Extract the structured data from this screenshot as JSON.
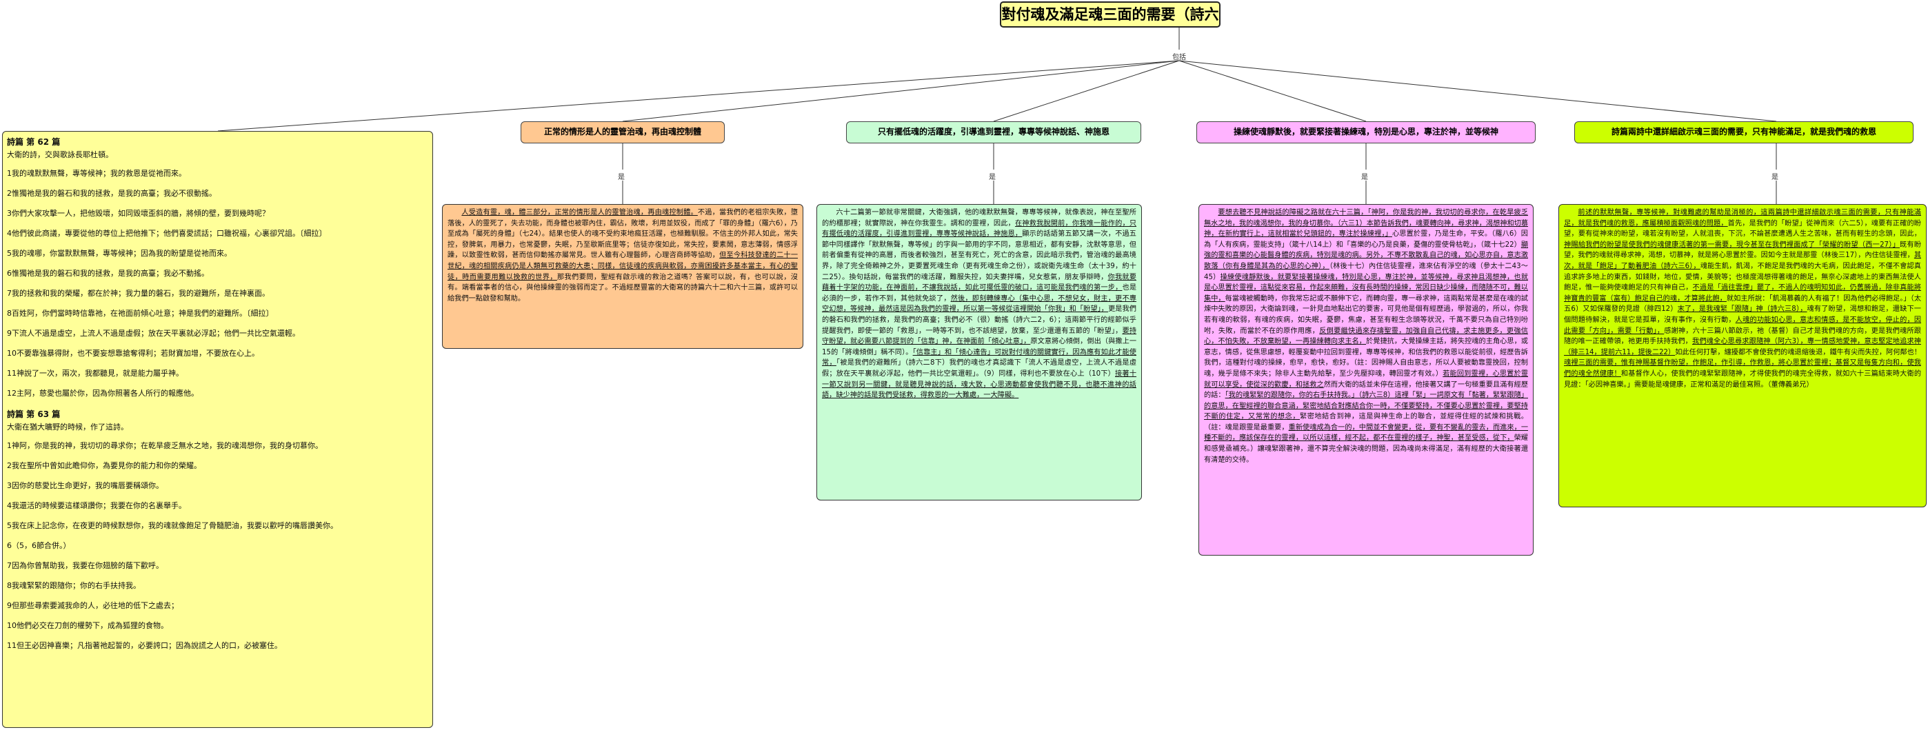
{
  "root": {
    "title": "對付魂及滿足魂三面的需要（詩六二，六三）"
  },
  "root_relation": "包括",
  "topics": [
    {
      "label": "正常的情形是人的靈管治魂，再由魂控制體",
      "relation": "是",
      "color": "#ffc891",
      "detail_segments": [
        {
          "t": "人受造有靈，魂，體三部分，正常的情形是人的靈管治魂，再由魂控制體。",
          "u": true
        },
        {
          "t": "不過，當我們的老祖宗失敗，墮落後，人的靈死了，失去功能，而身體也被罪內住，霸佔，敗壞，利用並奴役，而成了「罪的身體」（羅六6），乃至成為「屬死的身體」（七24）。結果也使人的魂不受約束地瘋狂活躍，也極難馴服。不信主的外邦人如此，常失控，發脾氣，用暴力，也常憂鬱，失眠，乃至歇斯底里等；信徒亦復如此，常失控，要素鬧，意志薄弱，情感浮躁，以致靈性軟弱，甚而信仰動搖亦屬常見。世人雖有心理醫師，心理咨商師等協助，",
          "u": false
        },
        {
          "t": "但至今科技發達的二十一世紀，魂的相關疾病仍是人類無可救藥的大患；同樣，信徒魂的疾病與軟弱，亦需困擾許多基本當主，有心的聖徒，時而需要用難以挽救的世界，",
          "u": true
        },
        {
          "t": "那我們要問，聖經有啟示魂的救治之道嗎？答案可以說，有，也可以說，沒有。端看當事者的信心，與他操練靈的強弱而定了。不過經歷豐富的大衛寫的詩篇六十二和六十三篇，或許可以給我們一點啟發和幫助。",
          "u": false
        }
      ]
    },
    {
      "label": "只有擺低魂的活躍度，引導進到靈裡，專專等候神說話、神施恩",
      "relation": "是",
      "color": "#c8fcd4",
      "detail_segments": [
        {
          "t": "六十二篇第一節就非常關鍵，大衛強調，他的魂默默無聲，專專等候神，就像表說，神在至聖所的約櫃那裡；就實際說，神在你我靈生。調和的靈裡，因此，",
          "u": false
        },
        {
          "t": "在神救我脫開前，你我唯一能作的，只有擺低魂的活躍度，引導進到靈裡，專專等候神說話，神施恩，",
          "u": true
        },
        {
          "t": "顯示的話語第五節又講一次，不過五節中同樣譯作「默默無聲，專等候」的字與一節用的字不同，意思相近，都有安靜，沈默等意思，但前者偏重有從神的高層，而後者較強烈，甚至有死亡，死亡的含意，因此暗示我們，管治魂的最高境界，除了完全倚賴神之外，更要置死魂生命（更有死魂生命之份），或說衛先魂生命（太十39，約十二25）。換句話說，每當我們的魂活躍，難服失控，如夫妻拌嘴，兒女惹氣，朋友爭辯時，",
          "u": false
        },
        {
          "t": "你我就要藉着十字架的功能，在神面前，不讓我說話，如此可擺低靈的破口，這可能是我們魂的第一步，",
          "u": true
        },
        {
          "t": "也是必須的一步，若作不到，其他就免談了，",
          "u": false
        },
        {
          "t": "然後，即刻轉練專心（集中心思，不想兒女，財主，更不專空幻想，等候神，最然這是因為我們的靈裡，所以第一等候從這裡開始「你我」和「盼望」，",
          "u": true
        },
        {
          "t": "更是我們的磐石和我們的拯救，是我們的高臺；我們必不（很）動搖（詩六二2，6）；這兩節平行的經節似乎提醒我們，即使一節的「救恩」，一時等不到，也不該絕望，放棄，至少還還有五節的「盼望」，",
          "u": false
        },
        {
          "t": "要持守盼望，就必需要八節提到的「信靠」神，在神面前「傾心吐意」，",
          "u": true
        },
        {
          "t": "原文意將心傾倒，倒出（與撒上一15的「將魂傾倒」稱不同）。",
          "u": false
        },
        {
          "t": "「信靠主」和「傾心達告」可說對付魂的關鍵實行，因為應有如此才能使常，",
          "u": true
        },
        {
          "t": "「被是我們的避難所」（詩六二8下）我們的魂也才真認識下「流人不過是虛空，上流人不過是虛假；放在天平裏就必浮起，他們一共比空氣還輕」。（9）同樣，得利也不要放在心上（10下）",
          "u": false
        },
        {
          "t": "接著十一節又說到另一關鍵，就是聽見神說的話，魂大致，心思適動都會使我們聽不見，也聽不進神的話語，缺少神的話是我們受拯救，得救恩的一大難處，一大障礙。",
          "u": true
        }
      ]
    },
    {
      "label": "操練使魂靜默後，就要緊接著操練魂，特別是心思，專注於神，並等候神",
      "relation": "是",
      "color": "#ffb3ff",
      "detail_segments": [
        {
          "t": "要想去聽不見神說話的障礙之路就在六十三篇，「神阿，你是我的神，我切切的尋求你，在乾旱疲乏無水之地，我的魂渴想你，我的身切慕你。（六三1）本節告訴我們，魂要轉向神，尋求神，渴想神和切慕神，在新約實行上，這就相當於兒頭鈕的，專注於操練裡，」",
          "u": true
        },
        {
          "t": "心思置於靈，乃是生命，平安。（羅八6）因為「人有疾病，靈能支持」（箴十八14上）和「喜樂的心乃是良藥，憂傷的靈使骨枯乾」，（箴十七22）",
          "u": false
        },
        {
          "t": "顯強的靈和喜樂的心能醫身體的疾病，特別是魂的病。另外，不專不散散亂自己的魂，如心思亦自，意志激散落（你有身體是其為的心思的心神），",
          "u": true
        },
        {
          "t": "（林後十七）內住信徒靈裡，進來佔有淨空的魂（參太十二43～45）",
          "u": false
        },
        {
          "t": "操練使魂靜默後，就要緊接著操練魂，特別是心思，專注於神，並等候神，尋求神且渴想神，也就是心思置於靈裡，這點從來容易，作起來頗難，沒有長時間的操練，常因日缺少操練，而隨随不可，難以集中，",
          "u": true
        },
        {
          "t": "每當魂被觸動時，你我常忘記或不願伸下它，而轉向靈，專一尋求神，這兩點常是甚麼是在魂的試煉中失敗的原因，大衛論到魂，一針見血地點出它的要害，可見他是個有經歷過，學習過的，所以，你我若有魂的軟弱，有魂的疾病，如失眠，憂鬱，焦慮，甚至有輕生念頭等狀況，千萬不要只為自己特別吩咐，失敗，而當於不在的原作用應，",
          "u": false
        },
        {
          "t": "反倒要繼快過來存禱聖靈，加強自自己代禱，求主施更多，更強信心，不怕失敗，不放棄盼望，一再操練轉向求主名，",
          "u": true
        },
        {
          "t": "於覺捷抗，大覺操練主話，將失控魂的主角心思，或意志，情感，從焦思慮想，輕覆妄動中拉回到靈裡，專專等候神，和信我們的救恩以能從前很，經歷告訴我們，這種對付魂的操練，愈早，愈快，愈好。（註：因神賜人自由意志，所以人要被動靠靈挽回，控制魂，幾乎是條不來失；除非人主動先給擊，至少先壓抑魂，轉回靈才有效。）",
          "u": false
        },
        {
          "t": "若能回到靈裡，心思置於靈就可以享受，使從深的歡慶，和拯救之",
          "u": true
        },
        {
          "t": "然而大衛的話並未停在這裡，他接著又講了一句極重要且滿有經歷的話：",
          "u": false
        },
        {
          "t": "「我的魂緊緊的跟隨你，你的右手扶持我。」（詩六三8）",
          "u": true
        },
        {
          "t": "這裡「緊」一詞原文有「黏著，緊緊跟隨」的意思，在聖經裡的聯合意涵，緊密地結合對應結合你一時，不僅要堅持，不僅要心思置於靈裡，要堅持不斷的住定，又常常的想念，",
          "u": true
        },
        {
          "t": "緊密地結合到神，這是與神生命上的聯合，並經得住經的試煉和挑戰。",
          "u": false
        },
        {
          "t": "（註：魂是跟靈是最重要，",
          "u": false
        },
        {
          "t": "重新使魂成為合一的，中間並不會變更，從，要有不變亂的靈去，而進來，一種不斷的，應該保存在的靈裡，以所以這樣，經不起，都不在靈裡的樣子，神聖，甚至受感，從下，",
          "u": true
        },
        {
          "t": "榮耀和感覺亟補充。）",
          "u": false
        },
        {
          "t": "讓魂緊跟著神，還不算完全解決魂的問題，因為魂尚未得滿足，滿有經歷的大衛接著還有清楚的交待。",
          "u": false
        }
      ]
    },
    {
      "label": "詩篇兩詩中還詳細啟示魂三面的需要，只有神能滿足，就是我們魂的救恩",
      "relation": "是",
      "color": "#ccff00",
      "detail_segments": [
        {
          "t": "前述的默默無聲，專等候神，對魂難處的幫助是消極的，這兩篇詩中還詳細啟示魂三面的需要，只有神能滿足，就是我們魂的救恩，應屬積極面觀照魂的問題，",
          "u": true
        },
        {
          "t": "首先，是我們的「盼望」從神而來（六二5），魂要有正確的盼望，要有從神來的盼望，魂若沒有盼望，人就沮喪，下沉，不論甚麼遭遇人生之苦味，甚而有輕生的念頭，因此，",
          "u": false
        },
        {
          "t": "神賜給我們的盼望是使我們的魂健康活著的第一需要，現今甚至在我們裡面成了「榮耀的盼望（西一27）」",
          "u": true
        },
        {
          "t": "既有盼望，我們的魂就得尋求神，渴想，切慕神，就是將心思置於靈。因如今主就是那靈（林後三17），內住信徒靈裡，",
          "u": false
        },
        {
          "t": "其次，就是「飽足」了動着肥油（詩六三6），",
          "u": true
        },
        {
          "t": "魂能生飢，飢渴，不飽足是我們魂的大毛病，因此飽足，不僅不會認真追求許多地上的東西，如錢財，地位，愛情，美貌等；也極度渴想得著魂的飽足，無奈心深處地上的東西無法使人飽足，",
          "u": false
        },
        {
          "t": "惟一能夠使魂飽足的只有神自己，",
          "u": false
        },
        {
          "t": "不過是「過往雲煙」罷了，不過人的魂明知如此，仍舊勝過，",
          "u": true
        },
        {
          "t": "除非真能將神寶貴的豐富（富有）飽足自己的魂，才算將此飽，",
          "u": true
        },
        {
          "t": "就如主所說：「飢渴慕義的人有福了！因為他們必得飽足。」（太五6）又如保羅發的見證（腓四12）",
          "u": false
        },
        {
          "t": "末了，是我魂緊「跟隨」神（詩六三8），",
          "u": true
        },
        {
          "t": "魂有了盼望，渴想和飽足，還缺下一個問題待解決，就是它是孤單，沒有事作，沒有行動，",
          "u": false
        },
        {
          "t": "人魂的功能如心思，意志和情感，是不能放空，停止的，因此需要「方向」，需要「行動」，",
          "u": true
        },
        {
          "t": "感謝神，六十三篇八節啟示，祂（基督）自己才是我們魂的方向，更是我們魂所跟隨的唯一正確帶領，祂更用手扶持我們，",
          "u": false
        },
        {
          "t": "我們魂全心思尋求跟隨神（阿六3），專一情感地愛神，意志堅定地追求神（腓三14，提前六11，提後二22）",
          "u": true
        },
        {
          "t": "如此任何打擊，纏擾都不會使我們的魂退缩後退，鐵牛有尖而失控，阿何鄰也！",
          "u": false
        },
        {
          "t": "魂裡三面的需要，惟有神賜基督作盼望，作飽足，作引導，作救恩，將心思置於靈裡；基督又是每隻方向和，使我們的魂全然健康！",
          "u": true
        },
        {
          "t": "和基督作人心，使我們的魂緊緊跟隨神，才得使我們的魂完全得救，就如六十三篇結束時大衛的見證：「必因神喜樂。」",
          "u": false
        },
        {
          "t": "需要能是魂健康，正常和滿足的最佳寫照。（董傳義弟兄）",
          "u": false
        }
      ]
    }
  ],
  "psalms": {
    "p62": {
      "title": "詩篇 第 62 篇",
      "intro": "大衛的詩，交與歌詠長耶杜頓。",
      "verses": [
        "1我的魂默默無聲，專等候神；我的救恩是從祂而來。",
        "2惟獨祂是我的磐石和我的拯救，是我的高臺；我必不很動搖。",
        "3你們大家攻擊一人，把他毀壞，如同毀壞歪斜的牆，將傾的壁，要到幾時呢？",
        "4他們彼此商議，專要從他的尊位上把他推下；他們喜愛謊話；口雖祝福，心裏卻咒詛。〔細拉〕",
        "5我的魂哪，你當默默無聲，專等候神；因為我的盼望是從祂而來。",
        "6惟獨祂是我的磐石和我的拯救，是我的高臺；我必不動搖。",
        "7我的拯救和我的榮耀，都在於神；我力量的磐石，我的避難所，是在神裏面。",
        "8百姓阿，你們當時時信靠祂，在祂面前傾心吐意；神是我們的避難所。〔細拉〕",
        "9下流人不過是虛空，上流人不過是虛假；放在天平裏就必浮起；他們一共比空氣還輕。",
        "10不要靠強暴得財，也不要妄想靠搶奪得利；若財寶加增，不要放在心上。",
        "11神說了一次，兩次，我都聽見，就是能力屬乎神。",
        "12主阿，慈愛也屬於你，因為你照著各人所行的報應他。"
      ]
    },
    "p63": {
      "title": "詩篇 第 63 篇",
      "intro": "大衛在猶大曠野的時候，作了這詩。",
      "verses": [
        "1神阿，你是我的神，我切切的尋求你；在乾旱疲乏無水之地，我的魂渴想你，我的身切慕你。",
        "2我在聖所中曾如此瞻仰你，為要見你的能力和你的榮耀。",
        "3因你的慈愛比生命更好，我的嘴唇要稱頌你。",
        "4我還活的時候要這樣頌讚你；我要在你的名裏舉手。",
        "5我在床上記念你，在夜更的時候默想你，我的魂就像飽足了骨髓肥油，我要以歡呼的嘴唇讚美你。",
        "6（5，6節合併。）",
        "7因為你曾幫助我，我要在你翅膀的蔭下歡呼。",
        "8我魂緊緊的跟隨你；你的右手扶持我。",
        "9但那些尋索要滅我命的人，必往地的低下之處去；",
        "10他們必交在刀劍的權勢下，成為狐狸的食物。",
        "11但王必因神喜樂；凡指著祂起誓的，必要誇口；因為說謊之人的口，必被塞住。"
      ]
    }
  }
}
